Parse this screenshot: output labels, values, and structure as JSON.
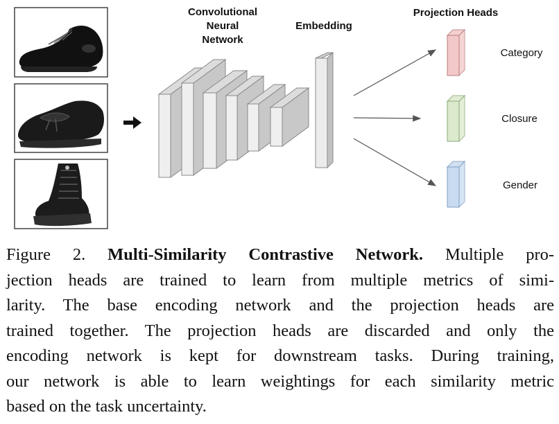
{
  "figure": {
    "labels": {
      "cnn_line1": "Convolutional",
      "cnn_line2": "Neural",
      "cnn_line3": "Network",
      "embedding": "Embedding",
      "projection_heads": "Projection Heads"
    },
    "heads": [
      {
        "label": "Category",
        "color": "#f3c8c8",
        "stroke": "#b97a7a"
      },
      {
        "label": "Closure",
        "color": "#dbe9cc",
        "stroke": "#8aa877"
      },
      {
        "label": "Gender",
        "color": "#c9dbf0",
        "stroke": "#7f9cc0"
      }
    ],
    "images": [
      {
        "name": "oxford-shoe-image"
      },
      {
        "name": "moccasin-image"
      },
      {
        "name": "high-top-boot-image"
      }
    ]
  },
  "caption": {
    "prefix": "Figure 2. ",
    "title": "Multi-Similarity Contrastive Network.",
    "lines": [
      "Multiple pro-",
      "jection heads are trained to learn from multiple metrics of simi-",
      "larity.  The base encoding network and the projection heads are",
      "trained together. The projection heads are discarded and only the",
      "encoding network is kept for downstream tasks.  During training,",
      "our network is able to learn weightings for each similarity metric",
      "based on the task uncertainty."
    ]
  }
}
